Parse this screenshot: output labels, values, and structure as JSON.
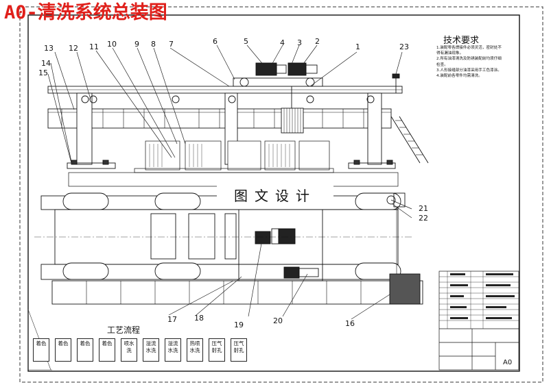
{
  "title": "A0-清洗系统总装图",
  "watermark": "图文设计",
  "tech": {
    "title": "技术要求",
    "notes": [
      "1.装配零各焊接件必须灵活，密封处不得有漏油现象。",
      "2.所有油漆清洗及防锈装配前均须仔细检查。",
      "3.人形接缝部分油漆采用手工色漆涂。",
      "4.装配前各零件均需清洗。"
    ]
  },
  "process": {
    "title": "工艺流程",
    "steps": [
      "着色",
      "着色",
      "着色",
      "着色",
      "喷水洗",
      "溢流水洗",
      "溢流水洗",
      "热喷水洗",
      "压气射孔",
      "压气射孔"
    ]
  },
  "sheet_size": "A0",
  "callouts": [
    "1",
    "2",
    "3",
    "4",
    "5",
    "6",
    "7",
    "8",
    "9",
    "10",
    "11",
    "12",
    "13",
    "14",
    "15",
    "16",
    "17",
    "18",
    "19",
    "20",
    "21",
    "22",
    "23"
  ]
}
